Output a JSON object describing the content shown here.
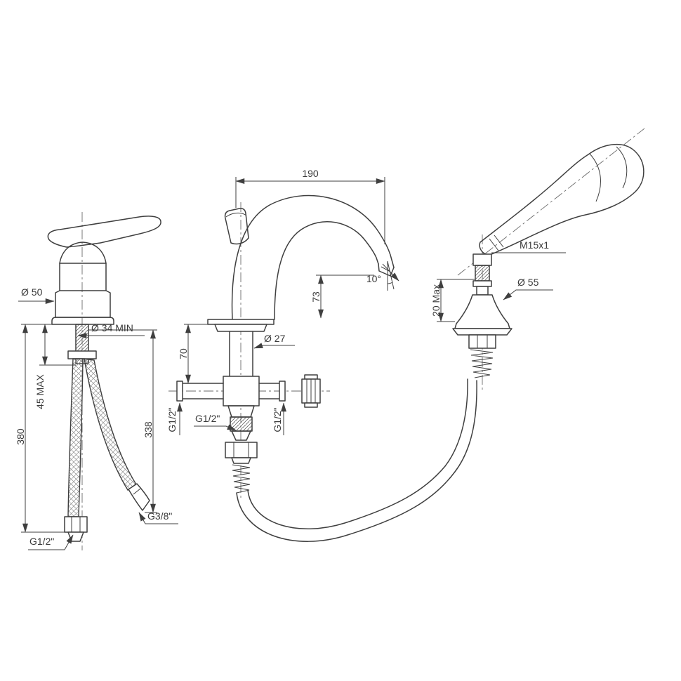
{
  "page": {
    "background": "#ffffff",
    "ink": "#3f3f3f"
  },
  "drawing": {
    "type": "technical-dimension-drawing",
    "views": {
      "mixer_side": {
        "dims": {
          "body_diameter": "Ø 50",
          "hole_min": "Ø 34  MIN",
          "deck_max": "45 MAX",
          "hose_length_long": "380",
          "hose_length_short": "338",
          "inlet_thread": "G1/2\"",
          "hose_thread": "G3/8\""
        }
      },
      "spout_front": {
        "dims": {
          "reach": "190",
          "outlet_height": "73",
          "under_deck_depth": "70",
          "pipe_diameter": "Ø 27",
          "outlet_angle": "10°",
          "left_thread": "G1/2\"",
          "bottom_thread": "G1/2\"",
          "right_thread": "G1/2\""
        }
      },
      "handshower": {
        "dims": {
          "conical_nut_thread": "M15x1",
          "holder_diameter": "Ø 55",
          "deck_thickness_max": "20 Max"
        }
      }
    }
  }
}
